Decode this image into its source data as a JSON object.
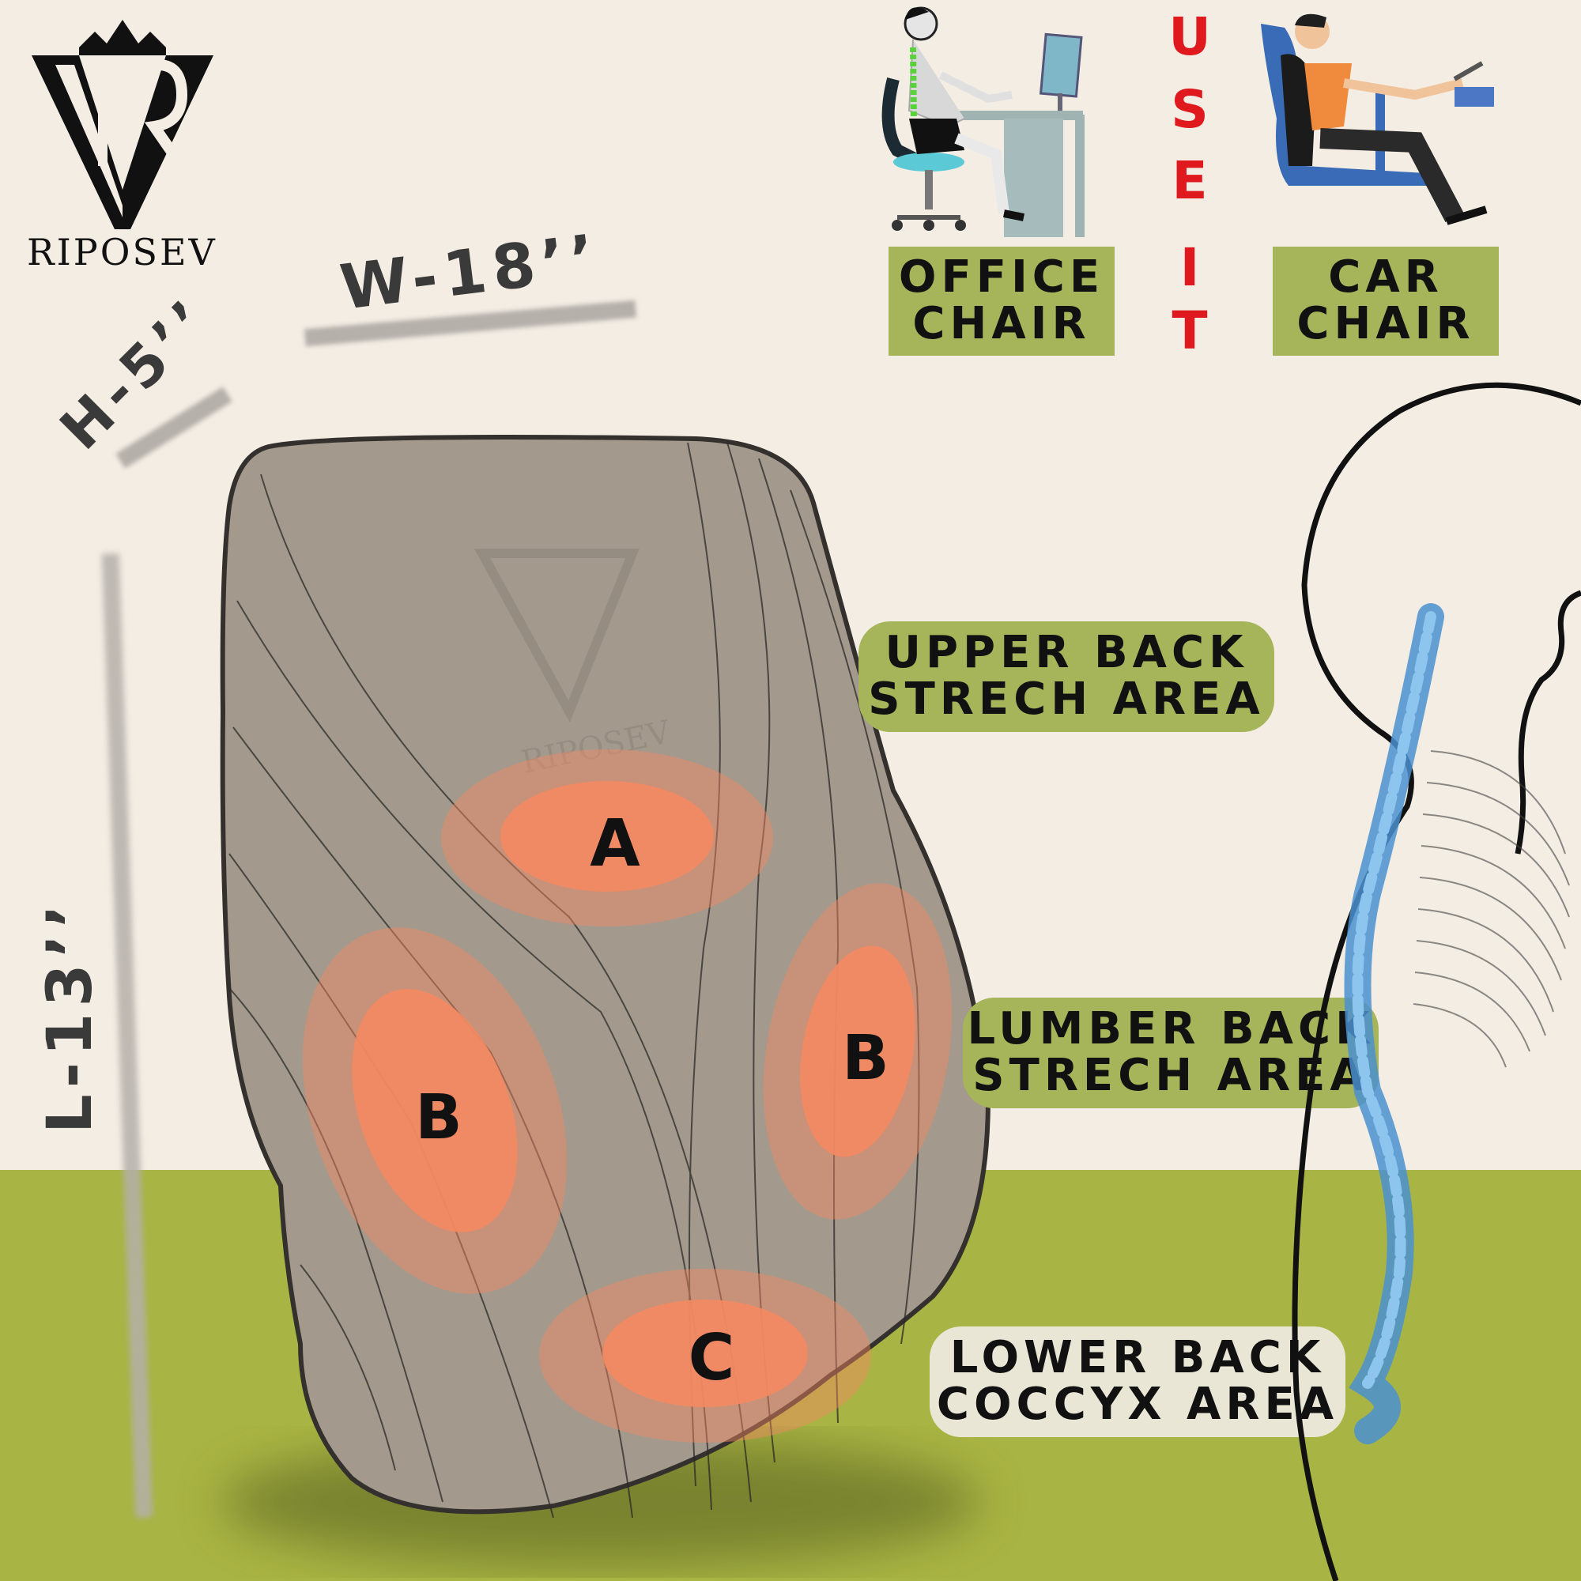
{
  "brand": {
    "name": "RIPOSEV",
    "logo_monogram": "RV"
  },
  "colors": {
    "background": "#f3ede4",
    "floor": "#a8b443",
    "label_box": "#a7b55a",
    "lower_box": "#eae6d5",
    "cushion": "#a39a8d",
    "zone": "#f38a62",
    "use_it_red": "#e0191e"
  },
  "dimensions": {
    "width": "W-18’’",
    "height": "H-5’’",
    "length": "L-13’’"
  },
  "usage": {
    "heading_letters": [
      "U",
      "S",
      "E",
      "I",
      "T"
    ],
    "office_chair": {
      "line1": "OFFICE",
      "line2": "CHAIR",
      "icon": "office-chair-illustration"
    },
    "car_chair": {
      "line1": "CAR",
      "line2": "CHAIR",
      "icon": "car-seat-illustration"
    }
  },
  "zones": {
    "a": "A",
    "b_left": "B",
    "b_right": "B",
    "c": "C"
  },
  "areas": {
    "upper": {
      "line1": "UPPER BACK",
      "line2": "STRECH AREA"
    },
    "lumber": {
      "line1": "LUMBER BACK",
      "line2": "STRECH AREA"
    },
    "lower": {
      "line1": "LOWER BACK",
      "line2": "COCCYX AREA"
    }
  },
  "illustrations": {
    "body": "human-body-outline",
    "spine": "spine-icon"
  }
}
